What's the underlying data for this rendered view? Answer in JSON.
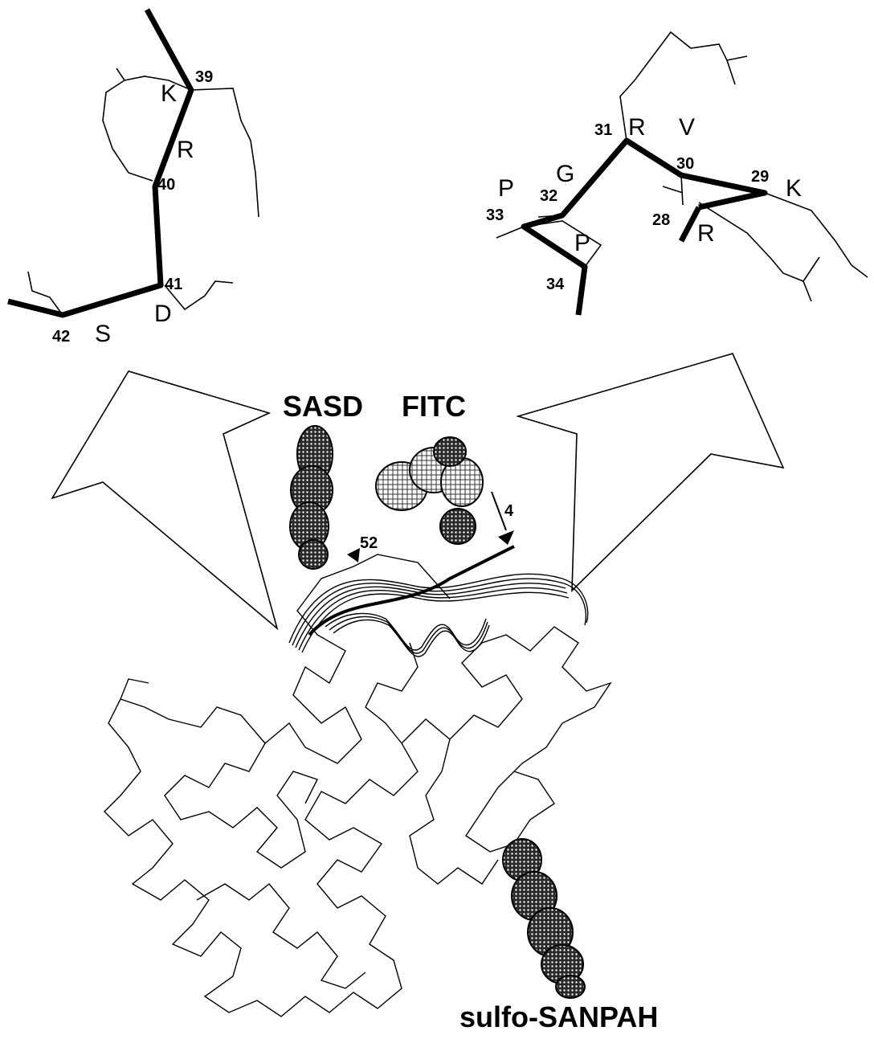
{
  "panel_left": {
    "residues": [
      {
        "num": "39",
        "letter": "K"
      },
      {
        "num": "40",
        "letter": "R"
      },
      {
        "num": "41",
        "letter": "D"
      },
      {
        "num": "42",
        "letter": "S"
      }
    ]
  },
  "panel_right": {
    "residues": [
      {
        "num": "28",
        "letter": "R"
      },
      {
        "num": "29",
        "letter": "K"
      },
      {
        "num": "30",
        "letter": "V"
      },
      {
        "num": "31",
        "letter": "R"
      },
      {
        "num": "32",
        "letter": "G"
      },
      {
        "num": "33",
        "letter": "P"
      },
      {
        "num": "34",
        "letter": "P"
      }
    ]
  },
  "probes": {
    "sasd": "SASD",
    "fitc": "FITC",
    "sulfo_sanpah": "sulfo-SANPAH"
  },
  "structure_markers": {
    "residue_52": "52",
    "residue_4": "4"
  },
  "colors": {
    "ink": "#000000",
    "background": "#ffffff"
  }
}
